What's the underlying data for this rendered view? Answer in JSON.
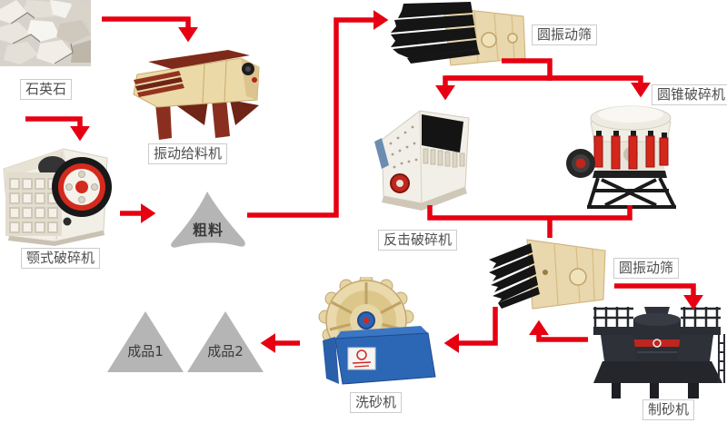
{
  "diagram": {
    "kind": "sand-production-line-flowchart",
    "background": "#ffffff"
  },
  "colors": {
    "arrow_red": "#e60012",
    "shape_gray": "#b5b5b5",
    "label_text": "#4d4d4d",
    "label_border": "#cccccc",
    "label_background": "#ffffff"
  },
  "nodes": {
    "quartz": {
      "label": "石英石"
    },
    "feeder": {
      "label": "振动给料机"
    },
    "jaw_crusher": {
      "label": "颚式破碎机"
    },
    "coarse_material": {
      "label": "粗料"
    },
    "screen_top": {
      "label": "圆振动筛"
    },
    "cone_crusher": {
      "label": "圆锥破碎机"
    },
    "impact_crusher": {
      "label": "反击破碎机"
    },
    "screen_mid": {
      "label": "圆振动筛"
    },
    "sand_maker": {
      "label": "制砂机"
    },
    "sand_washer": {
      "label": "洗砂机"
    },
    "product_1": {
      "label": "成品1"
    },
    "product_2": {
      "label": "成品2"
    }
  },
  "edges": [
    {
      "from": "quartz",
      "to": "feeder"
    },
    {
      "from": "feeder",
      "to": "jaw_crusher"
    },
    {
      "from": "jaw_crusher",
      "to": "coarse_material"
    },
    {
      "from": "coarse_material",
      "to": "screen_top"
    },
    {
      "from": "screen_top",
      "to": "impact_crusher"
    },
    {
      "from": "screen_top",
      "to": "cone_crusher"
    },
    {
      "from": "impact_crusher",
      "to": "screen_mid"
    },
    {
      "from": "cone_crusher",
      "to": "screen_mid"
    },
    {
      "from": "screen_mid",
      "to": "sand_maker"
    },
    {
      "from": "sand_maker",
      "to": "screen_mid"
    },
    {
      "from": "screen_mid",
      "to": "sand_washer"
    },
    {
      "from": "sand_washer",
      "to": "product_2"
    }
  ]
}
